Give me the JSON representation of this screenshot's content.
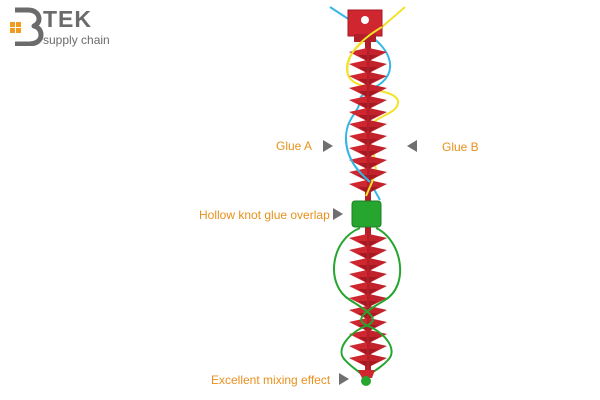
{
  "logo": {
    "brand": "TEK",
    "tagline": "supply chain",
    "colors": {
      "grey": "#6b6b6b",
      "orange": "#f29b21"
    }
  },
  "labels": {
    "glue_a": "Glue A",
    "glue_b": "Glue B",
    "hollow_overlap": "Hollow knot glue overlap",
    "mixing": "Excellent mixing effect"
  },
  "colors": {
    "mixer_red": "#d0262f",
    "mixer_red_dark": "#a51a22",
    "glue_a_blue": "#35b6e6",
    "glue_b_yellow": "#f2e22a",
    "mixed_green": "#26a52f",
    "label_orange": "#e8901d",
    "arrow_grey": "#707070"
  },
  "icons": [
    "pointer-triangle-right-icon",
    "pointer-triangle-left-icon"
  ]
}
